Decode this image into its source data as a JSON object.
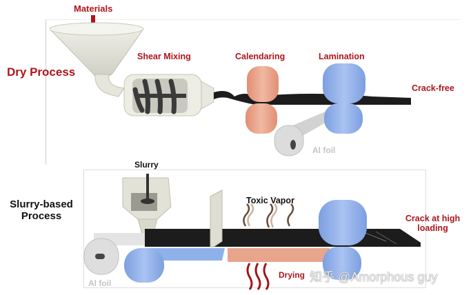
{
  "dry": {
    "section_label": "Dry Process",
    "materials_label": "Materials",
    "steps": [
      "Shear Mixing",
      "Calendaring",
      "Lamination"
    ],
    "result_label": "Crack-free",
    "foil_label": "Al foil"
  },
  "slurry": {
    "section_label_line1": "Slurry-based",
    "section_label_line2": "Process",
    "slurry_label": "Slurry",
    "vapor_label": "Toxic Vapor",
    "drying_label": "Drying",
    "result_line1": "Crack at high",
    "result_line2": "loading",
    "foil_label": "Al foil"
  },
  "watermark": "知乎 @Amorphous guy",
  "colors": {
    "label_red": "#b0141c",
    "calendar_roll": "#e9a48c",
    "lamination_roll": "#8fb1ea",
    "drying_bed": "#e9a48c",
    "electrode_film": "#1c1c1c",
    "equipment": "#dcdcd2"
  }
}
